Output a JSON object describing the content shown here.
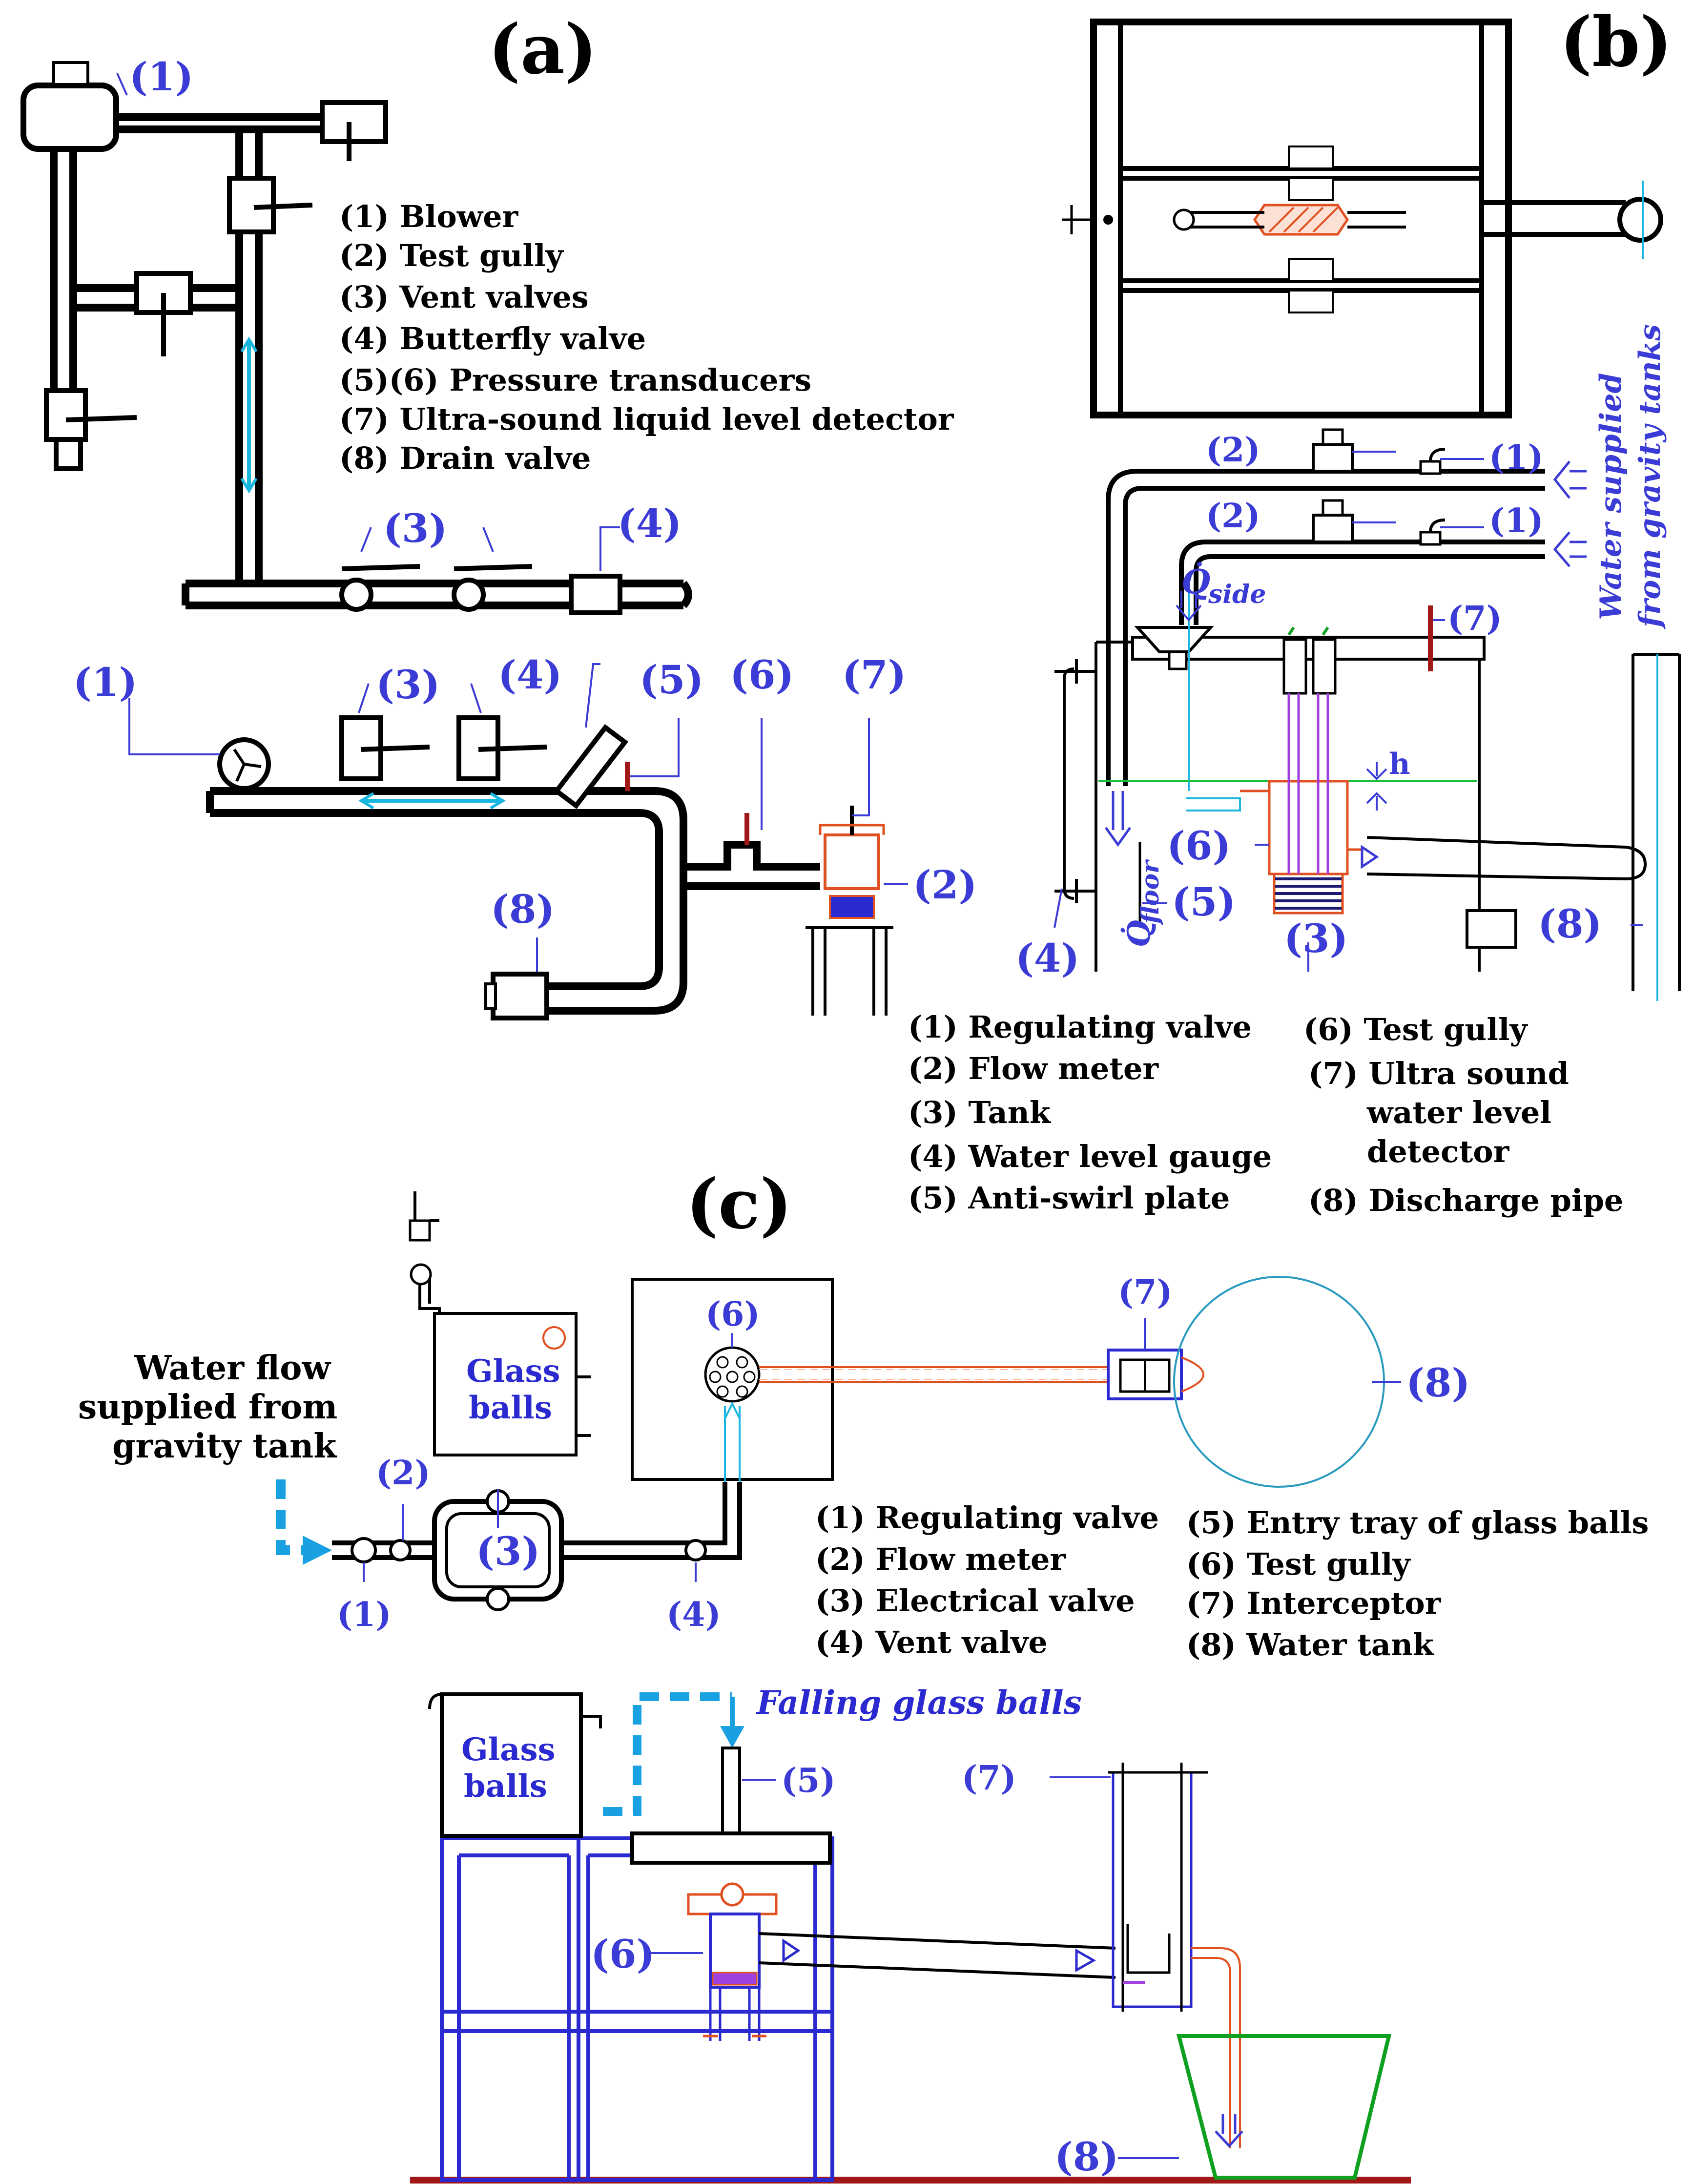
{
  "panels": {
    "a": {
      "tag": "(a)",
      "legend": [
        "(1) Blower",
        "(2) Test gully",
        "(3) Vent valves",
        "(4) Butterfly valve",
        "(5)(6) Pressure transducers",
        "(7) Ultra-sound liquid level detector",
        "(8) Drain valve"
      ],
      "markers": [
        "(1)",
        "(3)",
        "(4)",
        "(1)",
        "(3)",
        "(4)",
        "(5)",
        "(6)",
        "(7)",
        "(2)",
        "(8)"
      ]
    },
    "b": {
      "tag": "(b)",
      "legend": [
        "(1) Regulating valve",
        "(2) Flow meter",
        "(3) Tank",
        "(4) Water level gauge",
        "(5) Anti-swirl plate",
        "(6) Test gully",
        "(7) Ultra sound",
        "water level",
        "detector",
        "(8) Discharge pipe"
      ],
      "markers": [
        "(2)",
        "(1)",
        "(2)",
        "(1)",
        "(7)",
        "(6)",
        "(5)",
        "(4)",
        "(3)",
        "(8)"
      ],
      "flow_side": "Q̇",
      "flow_side_sub": "side",
      "flow_floor": "Q̇",
      "flow_floor_sub": "floor",
      "h_label": "h",
      "supply_label_1": "Water supplied",
      "supply_label_2": "from gravity tanks"
    },
    "c": {
      "tag": "(c)",
      "legend_left": [
        "(1) Regulating valve",
        "(2) Flow meter",
        "(3) Electrical valve",
        "(4) Vent valve"
      ],
      "legend_right": [
        "(5) Entry tray of glass balls",
        "(6) Test gully",
        "(7) Interceptor",
        "(8) Water tank"
      ],
      "supply_lines": [
        "Water flow",
        "supplied from",
        "gravity tank"
      ],
      "glass_balls_1": "Glass",
      "glass_balls_2": "balls",
      "falling_label": "Falling glass balls",
      "markers": [
        "(6)",
        "(7)",
        "(8)",
        "(2)",
        "(3)",
        "(1)",
        "(4)",
        "(5)",
        "(7)",
        "(6)",
        "(8)"
      ]
    }
  },
  "colors": {
    "marker_blue": "#3b3bd6",
    "frame_blue": "#2a2ad0",
    "cyan": "#19b7e0",
    "red_orange": "#e05020",
    "dark_red": "#a01818",
    "green": "#10a020"
  }
}
